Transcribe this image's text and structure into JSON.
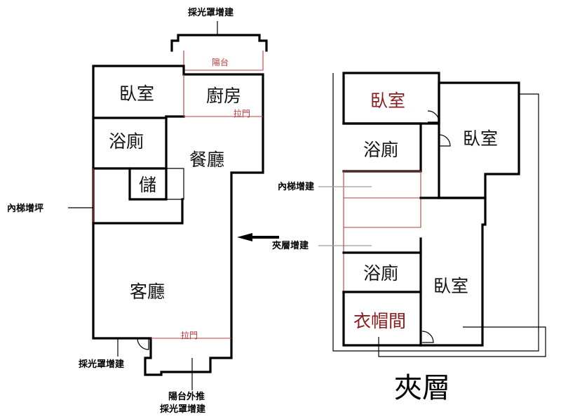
{
  "left_plan": {
    "rooms": {
      "bedroom": "臥室",
      "kitchen": "廚房",
      "bath": "浴廁",
      "dining": "餐廳",
      "storage": "儲",
      "living": "客廳",
      "balcony": "陽台"
    },
    "labels": {
      "skylight_top": "採光罩增建",
      "inner_stair": "內梯增坪",
      "skylight_bottom": "採光罩增建",
      "balcony_ext_1": "陽台外推",
      "balcony_ext_2": "採光罩增建",
      "door_kitchen": "拉門",
      "door_living": "拉門"
    }
  },
  "right_plan": {
    "rooms": {
      "bedroom_1": "臥室",
      "bedroom_2": "臥室",
      "bath_1": "浴廁",
      "bath_2": "浴廁",
      "bedroom_3": "臥室",
      "closet": "衣帽間"
    },
    "labels": {
      "inner_stair_ext": "內梯增建",
      "mezz_ext": "夾層增建"
    },
    "title": "夾層"
  }
}
